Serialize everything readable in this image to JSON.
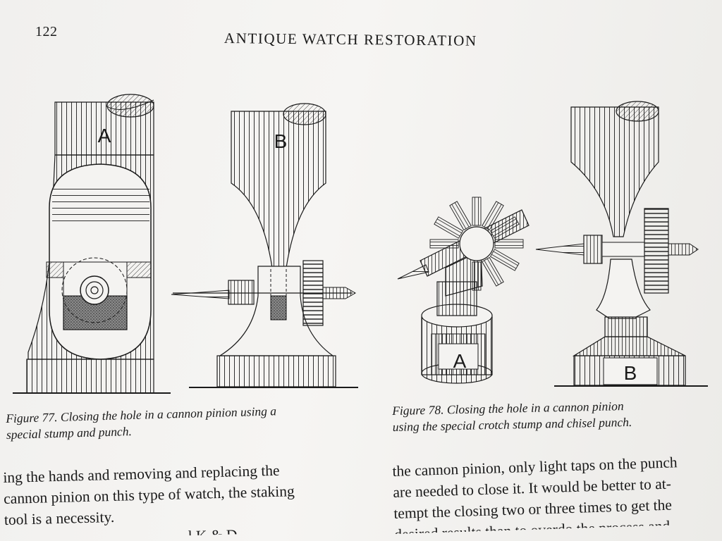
{
  "header": {
    "page_number": "122",
    "running_head": "ANTIQUE WATCH RESTORATION"
  },
  "figure77": {
    "label_a": "A",
    "label_b": "B",
    "caption_lines": [
      "Figure 77. Closing the hole in a cannon pinion using a",
      "special stump and punch."
    ]
  },
  "figure78": {
    "label_a": "A",
    "label_b": "B",
    "caption_lines": [
      "Figure 78. Closing the hole in a cannon pinion",
      "using the special crotch stump and chisel punch."
    ]
  },
  "body": {
    "left_lines": [
      "ing the hands and removing and replacing the",
      "cannon pinion on this type of watch, the staking",
      "tool is a necessity.",
      "l K & D"
    ],
    "right_lines": [
      "the cannon pinion, only light taps on the punch",
      "are needed to close it. It would be better to at-",
      "tempt the closing two or three times to get the",
      "desired results than to overdo the process and"
    ]
  },
  "colors": {
    "ink": "#1a1a1a",
    "paper": "#f4f3f1",
    "stipple": "#555555"
  }
}
